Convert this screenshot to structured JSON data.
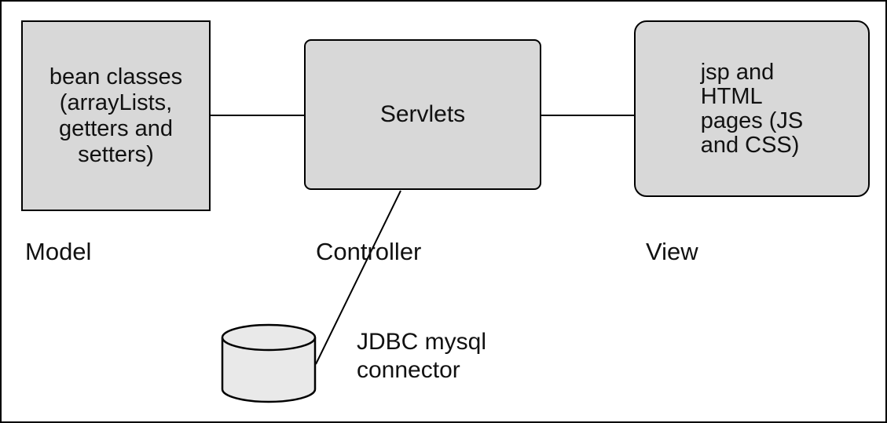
{
  "diagram": {
    "boxes": {
      "model": {
        "lines": [
          "bean classes",
          "(arrayLists,",
          "getters and",
          "setters)"
        ]
      },
      "controller": {
        "title": "Servlets"
      },
      "view": {
        "lines": [
          "jsp and",
          "HTML",
          "pages (JS",
          "and CSS)"
        ]
      }
    },
    "labels": {
      "model": "Model",
      "controller": "Controller",
      "view": "View"
    },
    "database": {
      "lines": [
        "JDBC mysql",
        "connector"
      ]
    },
    "colors": {
      "box_fill": "#d8d8d8",
      "cylinder_fill": "#e9e9e9",
      "stroke": "#000000",
      "background": "#ffffff"
    }
  }
}
